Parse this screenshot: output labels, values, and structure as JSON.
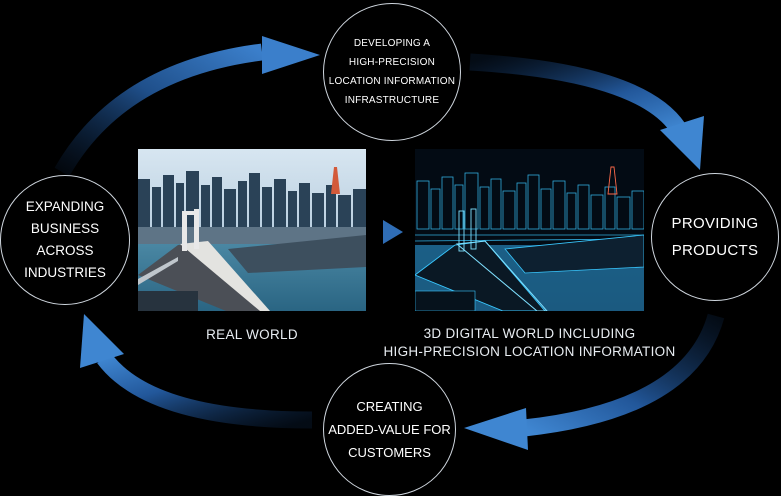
{
  "nodes": {
    "top": "DEVELOPING A\nHIGH-PRECISION\nLOCATION INFORMATION\nINFRASTRUCTURE",
    "right": "PROVIDING\nPRODUCTS",
    "bottom": "CREATING\nADDED-VALUE FOR\nCUSTOMERS",
    "left": "EXPANDING\nBUSINESS ACROSS\nINDUSTRIES"
  },
  "captions": {
    "real": "REAL WORLD",
    "digital": "3D DIGITAL WORLD INCLUDING\nHIGH-PRECISION LOCATION INFORMATION"
  },
  "colors": {
    "background": "#000000",
    "arrow_blue": "#2f6db5",
    "arrow_bright": "#3f86d1",
    "node_border": "#cfd6de",
    "wireframe_cyan": "#39c8ff"
  }
}
